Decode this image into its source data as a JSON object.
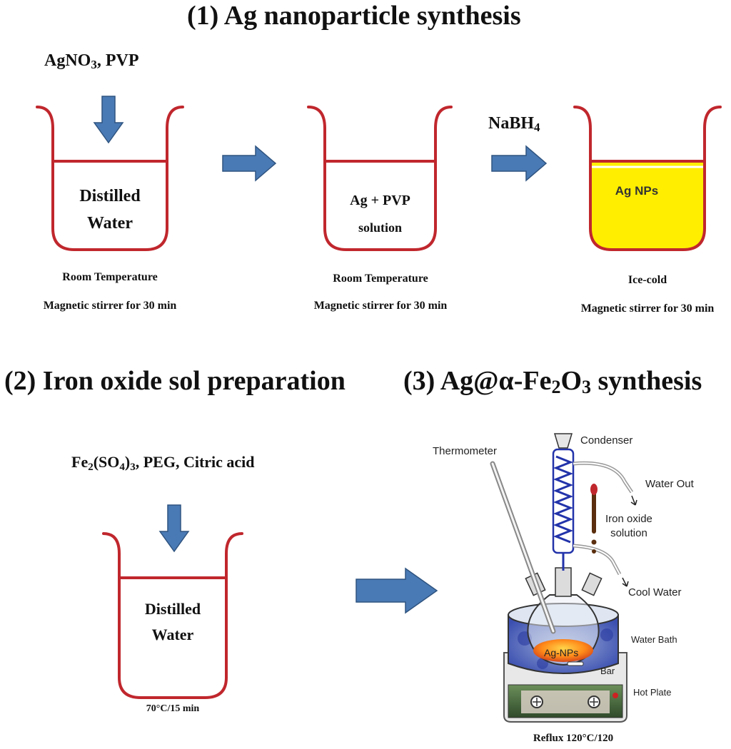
{
  "section1": {
    "title": "(1) Ag nanoparticle synthesis",
    "reagent_main": "AgNO",
    "reagent_sub": "3",
    "reagent_rest": ", PVP",
    "step_reagent_main": "NaBH",
    "step_reagent_sub": "4",
    "beakers": [
      {
        "label_line1": "Distilled",
        "label_line2": "Water",
        "caption1": "Room Temperature",
        "caption2": "Magnetic stirrer for 30 min"
      },
      {
        "label_line1": "Ag + PVP",
        "label_line2": "solution",
        "caption1": "Room Temperature",
        "caption2": "Magnetic stirrer for 30 min"
      },
      {
        "label_line1": "Ag NPs",
        "label_line2": "",
        "caption1": "Ice-cold",
        "caption2": "Magnetic stirrer for 30 min"
      }
    ]
  },
  "section2": {
    "title": "(2) Iron oxide sol preparation",
    "reagent_parts": [
      "Fe",
      "2",
      "(SO",
      "4",
      ")",
      "3",
      ", PEG, Citric acid"
    ],
    "beaker": {
      "label_line1": "Distilled",
      "label_line2": "Water",
      "caption": "70°C/15 min"
    }
  },
  "section3": {
    "title_parts": [
      "(3) Ag@α-Fe",
      "2",
      "O",
      "3",
      " synthesis"
    ],
    "labels": {
      "thermometer": "Thermometer",
      "condenser": "Condenser",
      "water_out": "Water Out",
      "iron_oxide_line1": "Iron oxide",
      "iron_oxide_line2": "solution",
      "cool_water": "Cool Water",
      "water_bath": "Water Bath",
      "agnps": "Ag-NPs",
      "bar": "Bar",
      "hot_plate": "Hot Plate"
    },
    "caption": "Reflux 120°C/120"
  },
  "colors": {
    "beaker": "#c0272d",
    "arrow_fill": "#4a7ab5",
    "arrow_stroke": "#2f5480",
    "agnp_fill": "#ffee00",
    "coil": "#2233aa"
  }
}
